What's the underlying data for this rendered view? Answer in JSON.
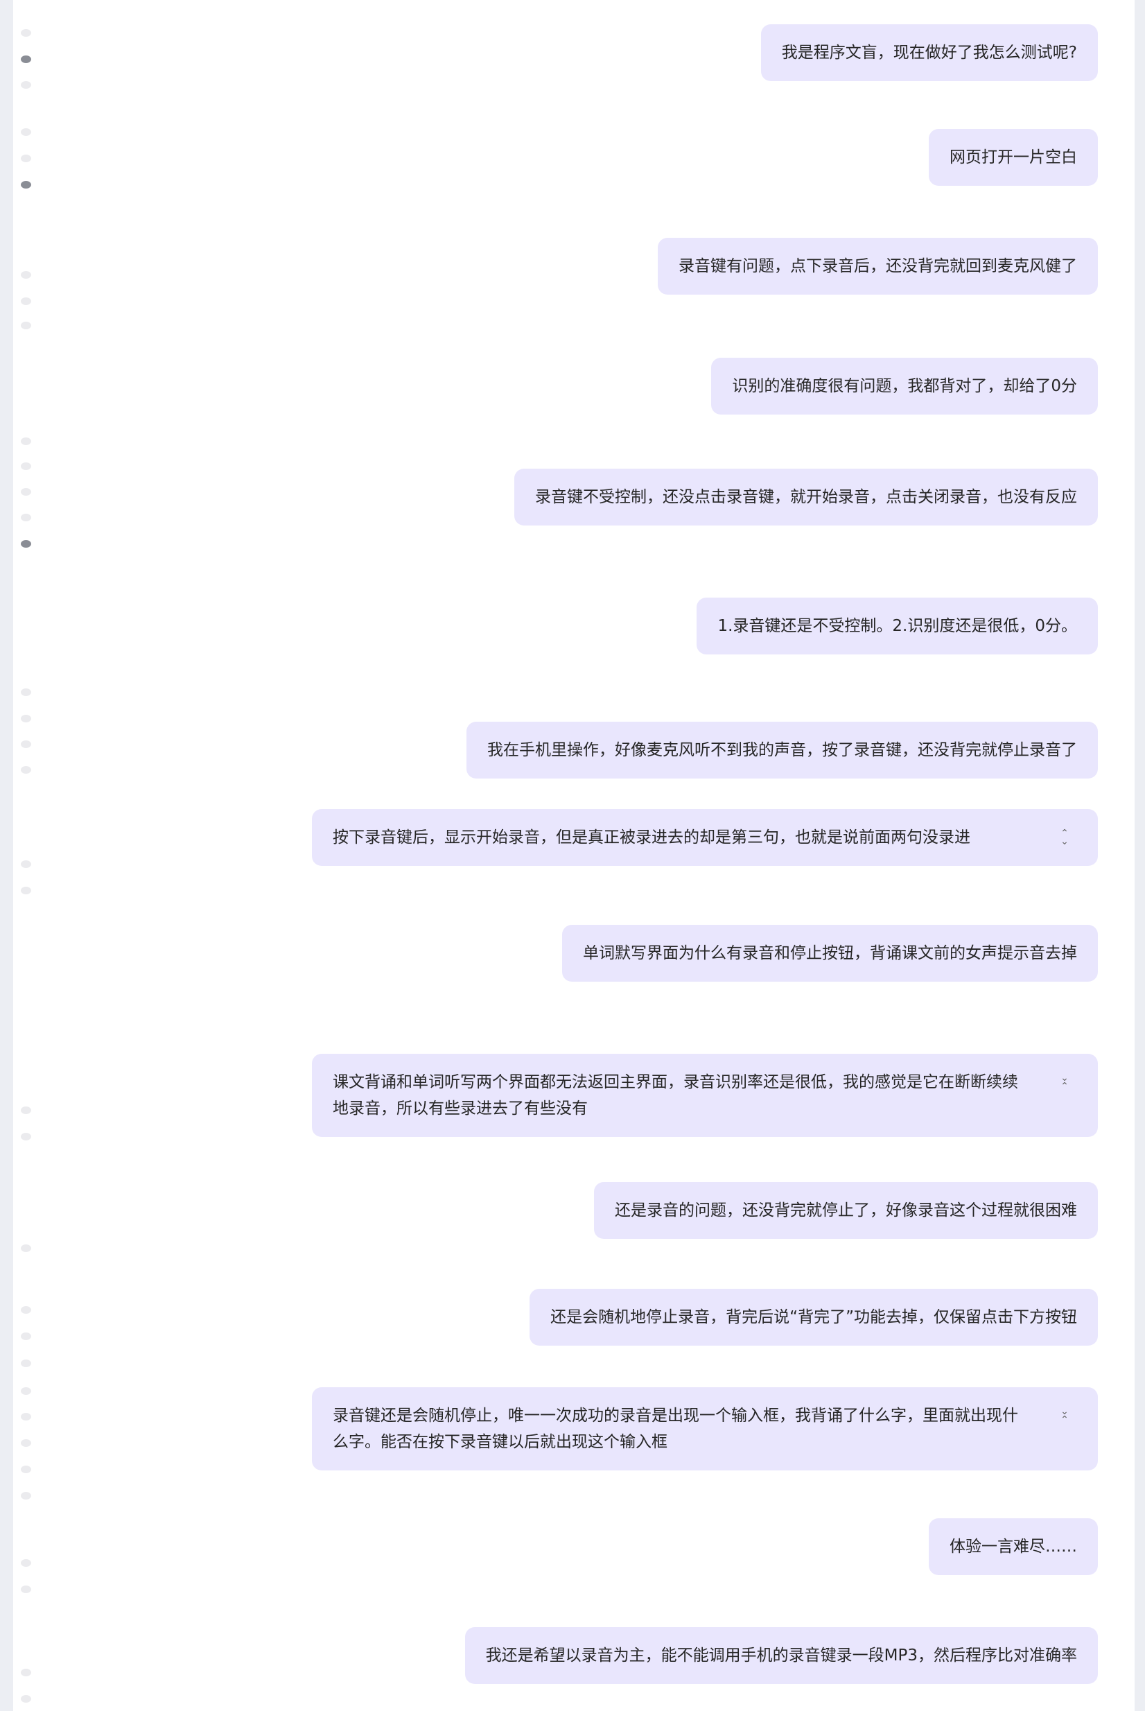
{
  "messages": [
    {
      "text": "我是程序文盲，现在做好了我怎么测试呢?"
    },
    {
      "text": "网页打开一片空白"
    },
    {
      "text": "录音键有问题，点下录音后，还没背完就回到麦克风健了"
    },
    {
      "text": "识别的准确度很有问题，我都背对了，却给了0分"
    },
    {
      "text": "录音键不受控制，还没点击录音键，就开始录音，点击关闭录音，也没有反应"
    },
    {
      "text": "1.录音键还是不受控制。2.识别度还是很低，0分。"
    },
    {
      "text": "我在手机里操作，好像麦克风听不到我的声音，按了录音键，还没背完就停止录音了"
    },
    {
      "text": "按下录音键后，显示开始录音，但是真正被录进去的却是第三句，也就是说前面两句没录进",
      "toggle": "expand"
    },
    {
      "text": "单词默写界面为什么有录音和停止按钮，背诵课文前的女声提示音去掉"
    },
    {
      "text": "课文背诵和单词听写两个界面都无法返回主界面，录音识别率还是很低，我的感觉是它在断断续续地录音，所以有些录进去了有些没有",
      "toggle": "collapse"
    },
    {
      "text": "还是录音的问题，还没背完就停止了，好像录音这个过程就很困难"
    },
    {
      "text": "还是会随机地停止录音，背完后说“背完了”功能去掉，仅保留点击下方按钮"
    },
    {
      "text": "录音键还是会随机停止，唯一一次成功的录音是出现一个输入框，我背诵了什么字，里面就出现什么字。能否在按下录音键以后就出现这个输入框",
      "toggle": "collapse"
    },
    {
      "text": "体验一言难尽……"
    },
    {
      "text": "我还是希望以录音为主，能不能调用手机的录音键录一段MP3，然后程序比对准确率"
    }
  ],
  "colors": {
    "bubble": "#e9e6fd",
    "active_dot": "#8a8d95",
    "dot": "#ebebee"
  }
}
